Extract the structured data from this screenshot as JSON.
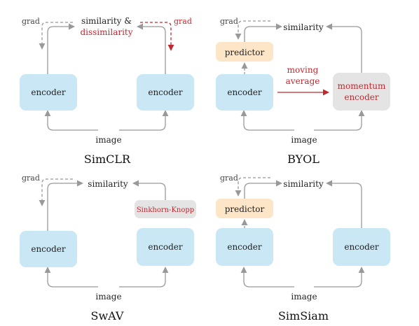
{
  "colors": {
    "encoder_fill": "#c9e7f4",
    "predictor_fill": "#fde6c8",
    "gray_box_fill": "#e4e4e4",
    "arrow_gray": "#999999",
    "accent_red": "#c0282e",
    "text_dark": "#222222"
  },
  "panels": {
    "simclr": {
      "title": "SimCLR",
      "target_line1": "similarity &",
      "target_line2": "dissimilarity",
      "grad_left": "grad",
      "grad_right": "grad",
      "encoder_left": "encoder",
      "encoder_right": "encoder",
      "input": "image"
    },
    "byol": {
      "title": "BYOL",
      "target": "similarity",
      "grad": "grad",
      "predictor": "predictor",
      "encoder": "encoder",
      "momentum_line1": "momentum",
      "momentum_line2": "encoder",
      "moving_line1": "moving",
      "moving_line2": "average",
      "input": "image"
    },
    "swav": {
      "title": "SwAV",
      "target": "similarity",
      "grad": "grad",
      "sinkhorn": "Sinkhorn-Knopp",
      "encoder_left": "encoder",
      "encoder_right": "encoder",
      "input": "image"
    },
    "simsiam": {
      "title": "SimSiam",
      "target": "similarity",
      "grad": "grad",
      "predictor": "predictor",
      "encoder_left": "encoder",
      "encoder_right": "encoder",
      "input": "image"
    }
  }
}
